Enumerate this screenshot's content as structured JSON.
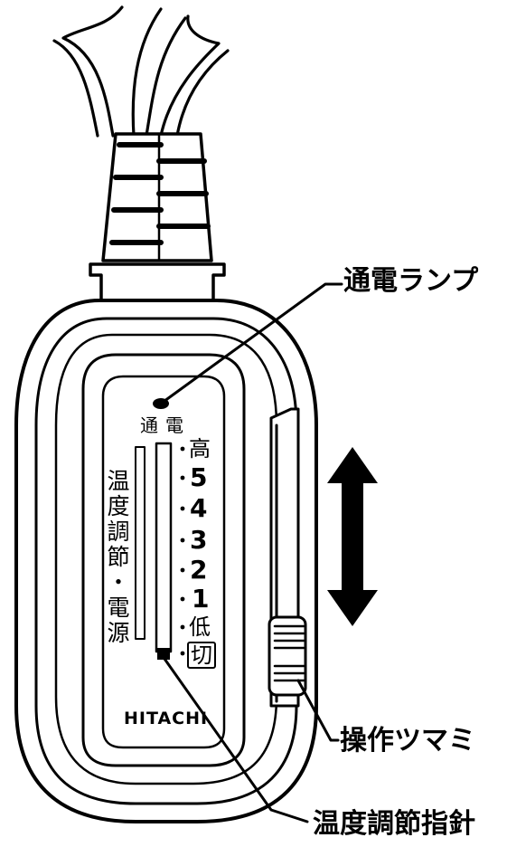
{
  "callouts": {
    "power_lamp": "通電ランプ",
    "control_knob": "操作ツマミ",
    "temp_pointer": "温度調節指針"
  },
  "dial": {
    "lamp_label": "通電",
    "vertical_title": "温度調節・電源",
    "scale": [
      "高",
      "5",
      "4",
      "3",
      "2",
      "1",
      "低",
      "切"
    ]
  },
  "brand": "HITACHI"
}
